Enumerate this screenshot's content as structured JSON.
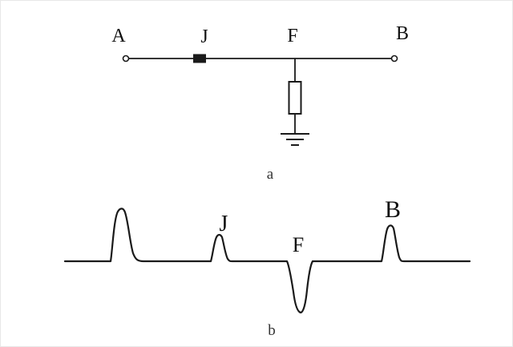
{
  "figure": {
    "background": "#ffffff",
    "stroke_color": "#1a1a1a"
  },
  "circuit": {
    "terminal_left_label": "A",
    "joint_label": "J",
    "fault_label": "F",
    "terminal_right_label": "B",
    "caption": "a"
  },
  "waveform": {
    "joint_pulse_label": "J",
    "fault_pulse_label": "F",
    "end_pulse_label": "B",
    "caption": "b"
  }
}
